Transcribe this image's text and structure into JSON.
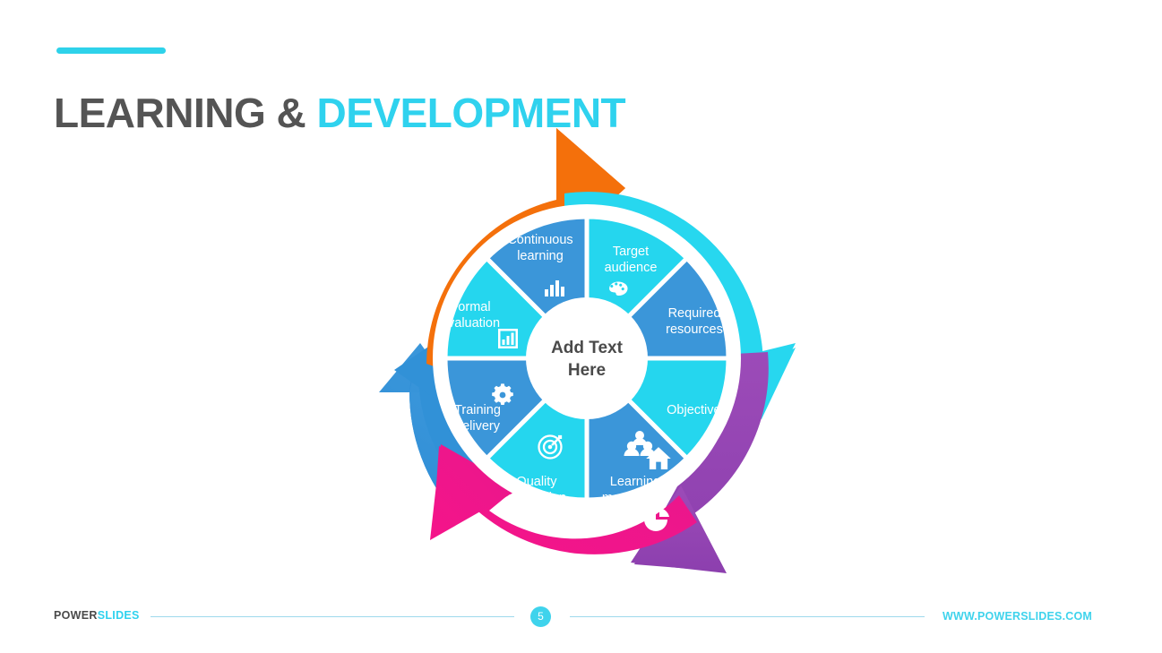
{
  "header": {
    "title_part1": "LEARNING & ",
    "title_part2": "DEVELOPMENT",
    "accent_color": "#2ED2EA",
    "dark_color": "#545454"
  },
  "diagram": {
    "type": "cycle-wheel",
    "center_label_line1": "Add Text",
    "center_label_line2": "Here",
    "segment_colors": {
      "blue": "#3B96D9",
      "cyan": "#25D6EE"
    },
    "segments": [
      {
        "label_line1": "Target",
        "label_line2": "audience",
        "icon": "palette-icon",
        "color": "#25D6EE"
      },
      {
        "label_line1": "Required",
        "label_line2": "resources",
        "icon": "home-icon",
        "color": "#3B96D9"
      },
      {
        "label_line1": "Objectives",
        "label_line2": "",
        "icon": "pie-chart-icon",
        "color": "#25D6EE"
      },
      {
        "label_line1": "Learning",
        "label_line2": "mechanism",
        "icon": "people-group-icon",
        "color": "#3B96D9"
      },
      {
        "label_line1": "Quality",
        "label_line2": "evaluation",
        "icon": "target-icon",
        "color": "#25D6EE"
      },
      {
        "label_line1": "Training",
        "label_line2": "delivery",
        "icon": "gear-icon",
        "color": "#3B96D9"
      },
      {
        "label_line1": "Formal",
        "label_line2": "evaluation",
        "icon": "bar-chart-box-icon",
        "color": "#25D6EE"
      },
      {
        "label_line1": "Continuous",
        "label_line2": "learning",
        "icon": "bar-chart-icon",
        "color": "#3B96D9"
      }
    ],
    "arrows": [
      {
        "name": "orange-arrow",
        "color": "#F4700B",
        "direction": "clockwise"
      },
      {
        "name": "cyan-arrow",
        "color": "#27D7EF",
        "direction": "clockwise"
      },
      {
        "name": "purple-arrow",
        "color": "#8E46B0",
        "direction": "clockwise"
      },
      {
        "name": "pink-arrow",
        "color": "#EE1289",
        "direction": "counter-clockwise"
      },
      {
        "name": "blue-arrow",
        "color": "#2F8FD6",
        "direction": "counter-clockwise"
      }
    ]
  },
  "footer": {
    "brand_part1": "POWER",
    "brand_part2": "SLIDES",
    "page_number": "5",
    "website": "WWW.POWERSLIDES.COM",
    "accent_color": "#3FD3EC"
  }
}
